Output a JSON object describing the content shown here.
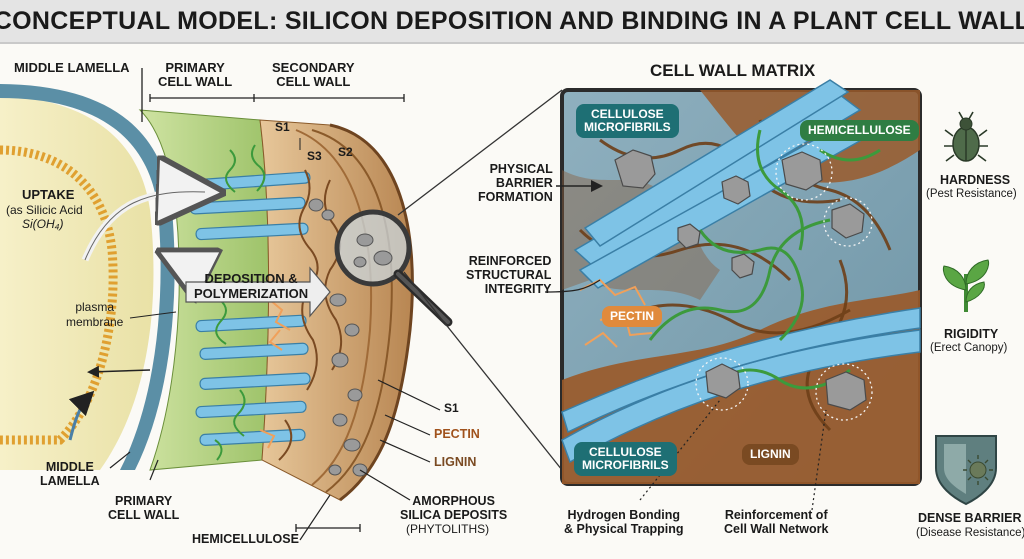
{
  "title": "CONCEPTUAL MODEL: SILICON DEPOSITION AND BINDING IN A PLANT CELL WALL",
  "left_labels": {
    "middle_lamella_top": "MIDDLE LAMELLA",
    "primary_top": [
      "PRIMARY",
      "CELL WALL"
    ],
    "secondary_top": [
      "SECONDARY",
      "CELL WALL"
    ],
    "s1": "S1",
    "s3": "S3",
    "s2": "S2",
    "uptake": "UPTAKE",
    "uptake_sub": "(as Silicic Acid",
    "uptake_formula": "Si(OH₄)",
    "plasma": [
      "plasma",
      "membrane"
    ],
    "deposition": [
      "DEPOSITION &",
      "POLYMERIZATION"
    ],
    "middle_lamella_bottom": [
      "MIDDLE",
      "LAMELLA"
    ],
    "primary_bottom": [
      "PRIMARY",
      "CELL WALL"
    ],
    "hemicellulose": "HEMICELLULOSE",
    "s1_lower": "S1",
    "pectin": "PECTIN",
    "lignin": "LIGNIN",
    "amorphous": [
      "AMORPHOUS",
      "SILICA DEPOSITS"
    ],
    "phytoliths": "(PHYTOLITHS)"
  },
  "matrix": {
    "heading": "CELL WALL MATRIX",
    "cellulose_top": [
      "CELLULOSE",
      "MICROFIBRILS"
    ],
    "hemicellulose": "HEMICELLULOSE",
    "pectin": "PECTIN",
    "cellulose_bottom": [
      "CELLULOSE",
      "MICROFIBRILS"
    ],
    "lignin": "LIGNIN",
    "physical_barrier": [
      "PHYSICAL",
      "BARRIER",
      "FORMATION"
    ],
    "reinforced": [
      "REINFORCED",
      "STRUCTURAL",
      "INTEGRITY"
    ],
    "hydrogen": [
      "Hydrogen Bonding",
      "& Physical Trapping"
    ],
    "reinforcement": [
      "Reinforcement  of",
      "Cell Wall Network"
    ]
  },
  "benefits": [
    {
      "title": "HARDNESS",
      "sub": "(Pest Resistance)",
      "icon": "beetle-icon"
    },
    {
      "title": "RIGIDITY",
      "sub": "(Erect Canopy)",
      "icon": "sprout-icon"
    },
    {
      "title": "DENSE BARRIER",
      "sub": "(Disease Resistance)",
      "icon": "shield-icon"
    }
  ],
  "colors": {
    "cellulose": "#7ec3e6",
    "hemicellulose": "#4caf50",
    "pectin": "#f0a05a",
    "lignin": "#9a5a2a",
    "silica": "#9a9a9a",
    "matrix_bg": "#7fa3b3",
    "frame": "#2b2b2b"
  }
}
